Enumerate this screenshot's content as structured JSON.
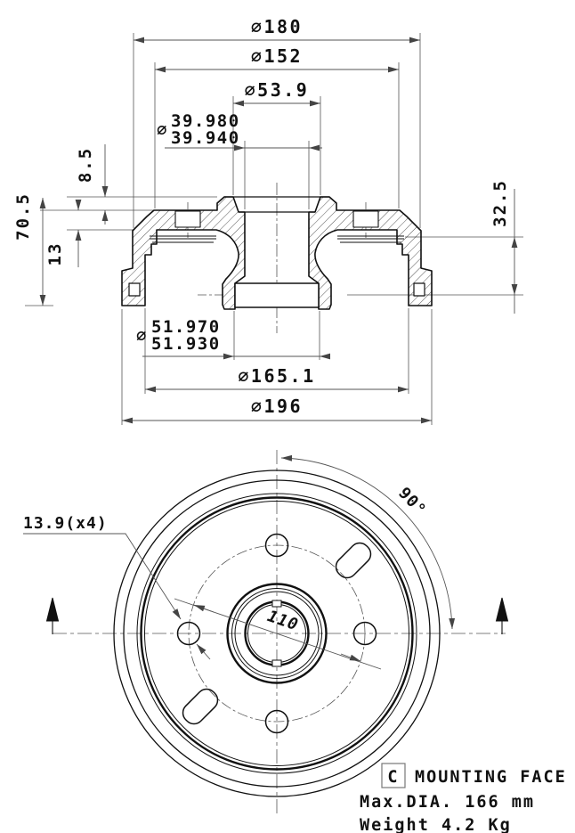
{
  "drawing": {
    "section": {
      "dia_symbol": "∅",
      "dia_180": "∅180",
      "dia_152": "∅152",
      "dia_53_9": "∅53.9",
      "bore_upper_max": "39.980",
      "bore_upper_min": "39.940",
      "bore_lower_max": "51.970",
      "bore_lower_min": "51.930",
      "dia_165_1": "∅165.1",
      "dia_196": "∅196",
      "height_boss": "8.5",
      "height_rim": "13",
      "height_total": "70.5",
      "depth_right": "32.5"
    },
    "front": {
      "hole_note": "13.9(x4)",
      "bolt_circle": "110",
      "hole_angle": "90°"
    },
    "notes": {
      "datum_label": "C",
      "face_text": "MOUNTING FACE",
      "max_dia": "Max.DIA. 166 mm",
      "weight": "Weight 4.2 Kg"
    },
    "colors": {
      "outline": "#111111",
      "dim_line": "#555555",
      "background": "#ffffff"
    }
  }
}
